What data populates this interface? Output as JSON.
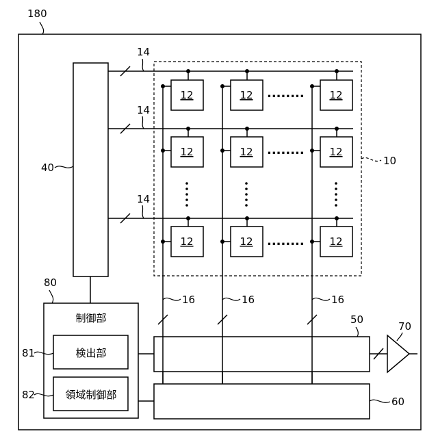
{
  "labels": {
    "device": "180",
    "array": "10",
    "cell": "12",
    "row_line": "14",
    "col_line": "16",
    "scanner": "40",
    "readout": "50",
    "memory": "60",
    "amp": "70",
    "controller": "80",
    "detector": "81",
    "region_ctrl": "82"
  },
  "blocks": {
    "controller_title": "制御部",
    "detector_label": "検出部",
    "region_ctrl_label": "領域制御部"
  },
  "ellipsis": {
    "horizontal": "........",
    "vertical": "⋮"
  }
}
